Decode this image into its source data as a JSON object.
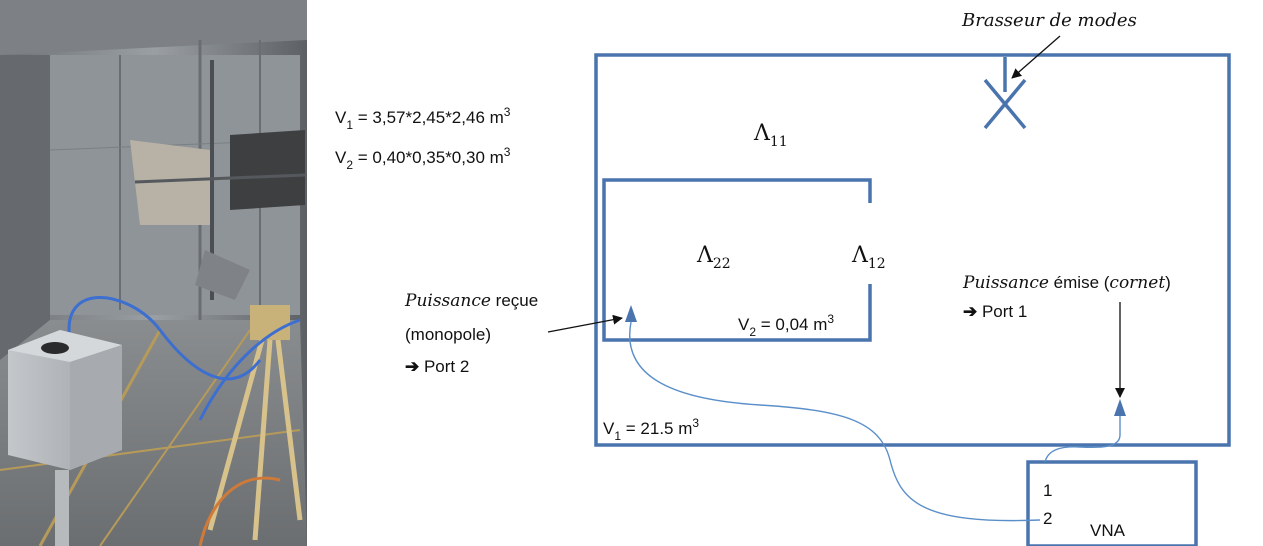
{
  "volumes": {
    "v1_dims_prefix": "V",
    "v1_dims_sub": "1",
    "v1_dims_eq": " = 3,57*2,45*2,46 m",
    "v1_dims_sup": "3",
    "v2_dims_prefix": "V",
    "v2_dims_sub": "2",
    "v2_dims_eq": " = 0,40*0,35*0,30 m",
    "v2_dims_sup": "3",
    "v2_value_prefix": "V",
    "v2_value_sub": "2",
    "v2_value_eq": " = 0,04 m",
    "v2_value_sup": "3",
    "v1_value_prefix": "V",
    "v1_value_sub": "1",
    "v1_value_eq": " = 21.5 m",
    "v1_value_sup": "3"
  },
  "labels": {
    "stirrer": "Brasseur de modes",
    "lambda_sym": "Λ",
    "lambda_11_sub": "11",
    "lambda_22_sub": "22",
    "lambda_12_sub": "12",
    "received_italic": "Puissance",
    "received_rest": " reçue",
    "received_line2": "(monopole)",
    "port2": " Port 2",
    "emitted_italic": "Puissance",
    "emitted_rest": " émise (",
    "emitted_cornet": "cornet",
    "emitted_close": ")",
    "port1": " Port 1",
    "arrow_glyph": "➔",
    "vna_port1": "1",
    "vna_port2": "2",
    "vna_label": "VNA"
  },
  "colors": {
    "box_stroke": "#4a74ad",
    "cable": "#5b8fc9",
    "arrow": "#111111"
  }
}
